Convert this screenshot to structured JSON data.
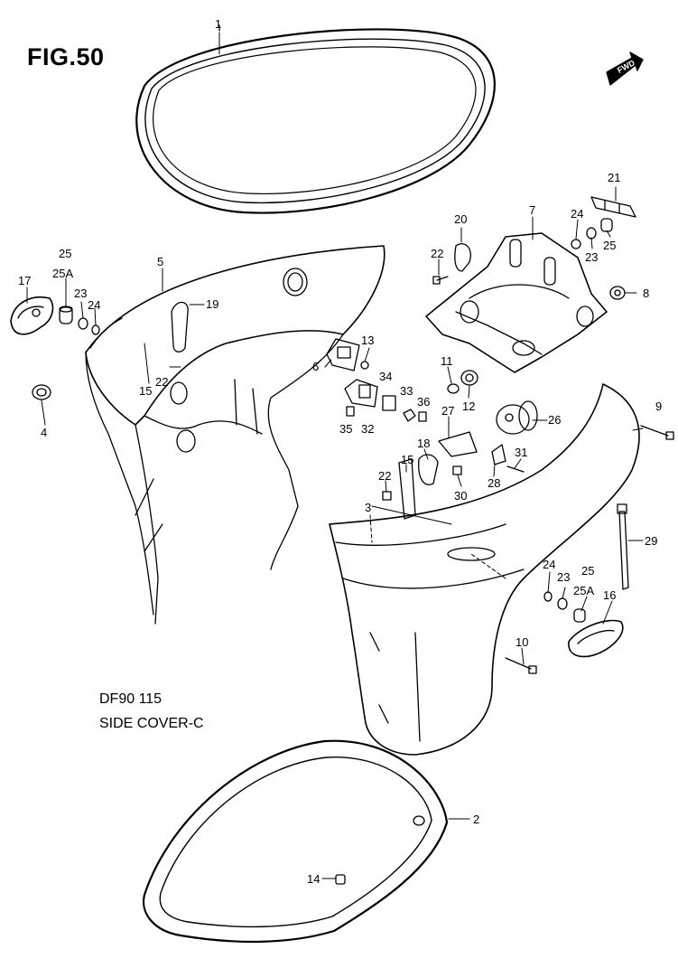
{
  "figure": {
    "title": "FIG.50",
    "model": "DF90 115",
    "section": "SIDE COVER-C",
    "fwd_label": "FWD"
  },
  "callouts": [
    "1",
    "2",
    "3",
    "4",
    "5",
    "6",
    "7",
    "8",
    "9",
    "10",
    "11",
    "12",
    "13",
    "14",
    "15",
    "15",
    "16",
    "17",
    "18",
    "19",
    "20",
    "21",
    "22",
    "22",
    "22",
    "23",
    "23",
    "23",
    "24",
    "24",
    "24",
    "25",
    "25",
    "25",
    "25A",
    "25A",
    "26",
    "27",
    "28",
    "29",
    "30",
    "31",
    "32",
    "33",
    "34",
    "35",
    "36"
  ],
  "parts": {
    "c1": "1",
    "c2": "2",
    "c3": "3",
    "c4": "4",
    "c5": "5",
    "c6": "6",
    "c7": "7",
    "c8": "8",
    "c9": "9",
    "c10": "10",
    "c11": "11",
    "c12": "12",
    "c13": "13",
    "c14": "14",
    "c15a": "15",
    "c15b": "15",
    "c16": "16",
    "c17": "17",
    "c18": "18",
    "c19": "19",
    "c20": "20",
    "c21": "21",
    "c22a": "22",
    "c22b": "22",
    "c22c": "22",
    "c23a": "23",
    "c23b": "23",
    "c23c": "23",
    "c24a": "24",
    "c24b": "24",
    "c24c": "24",
    "c25a": "25",
    "c25b": "25",
    "c25c": "25",
    "c25Aa": "25A",
    "c25Ab": "25A",
    "c26": "26",
    "c27": "27",
    "c28": "28",
    "c29": "29",
    "c30": "30",
    "c31": "31",
    "c32": "32",
    "c33": "33",
    "c34": "34",
    "c35": "35",
    "c36": "36"
  }
}
